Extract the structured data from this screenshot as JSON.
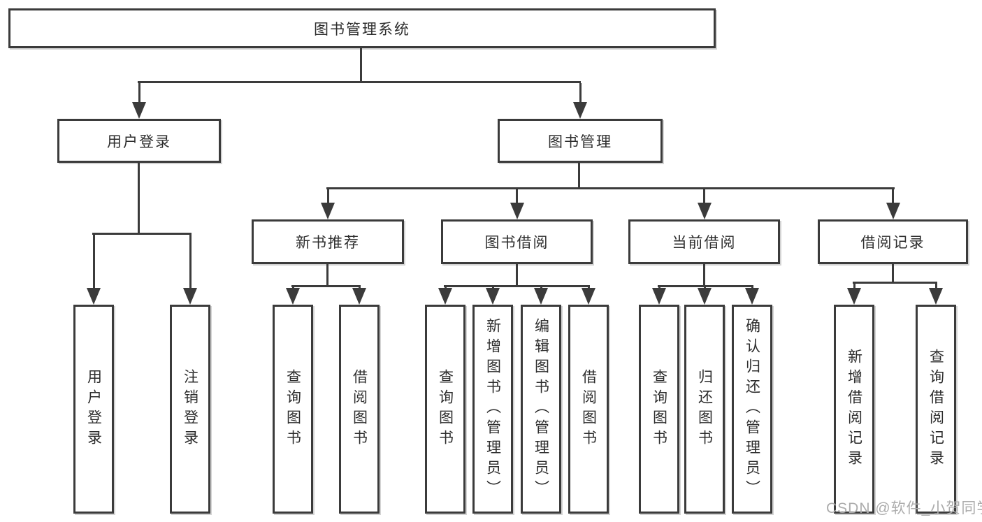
{
  "tree": {
    "label": "图书管理系统",
    "children": [
      {
        "label": "用户登录",
        "children": [
          {
            "label": "用户登录"
          },
          {
            "label": "注销登录"
          }
        ]
      },
      {
        "label": "图书管理",
        "children": [
          {
            "label": "新书推荐",
            "children": [
              {
                "label": "查询图书"
              },
              {
                "label": "借阅图书"
              }
            ]
          },
          {
            "label": "图书借阅",
            "children": [
              {
                "label": "查询图书"
              },
              {
                "label": "新增图书（管理员）"
              },
              {
                "label": "编辑图书（管理员）"
              },
              {
                "label": "借阅图书"
              }
            ]
          },
          {
            "label": "当前借阅",
            "children": [
              {
                "label": "查询图书"
              },
              {
                "label": "归还图书"
              },
              {
                "label": "确认归还（管理员）"
              }
            ]
          },
          {
            "label": "借阅记录",
            "children": [
              {
                "label": "新增借阅记录"
              },
              {
                "label": "查询借阅记录"
              }
            ]
          }
        ]
      }
    ]
  },
  "watermark": "CSDN @软件_小贺同学",
  "colors": {
    "line": "#3b3b3b",
    "text": "#2d2d2d",
    "watermark": "#acacac",
    "background": "#ffffff"
  }
}
